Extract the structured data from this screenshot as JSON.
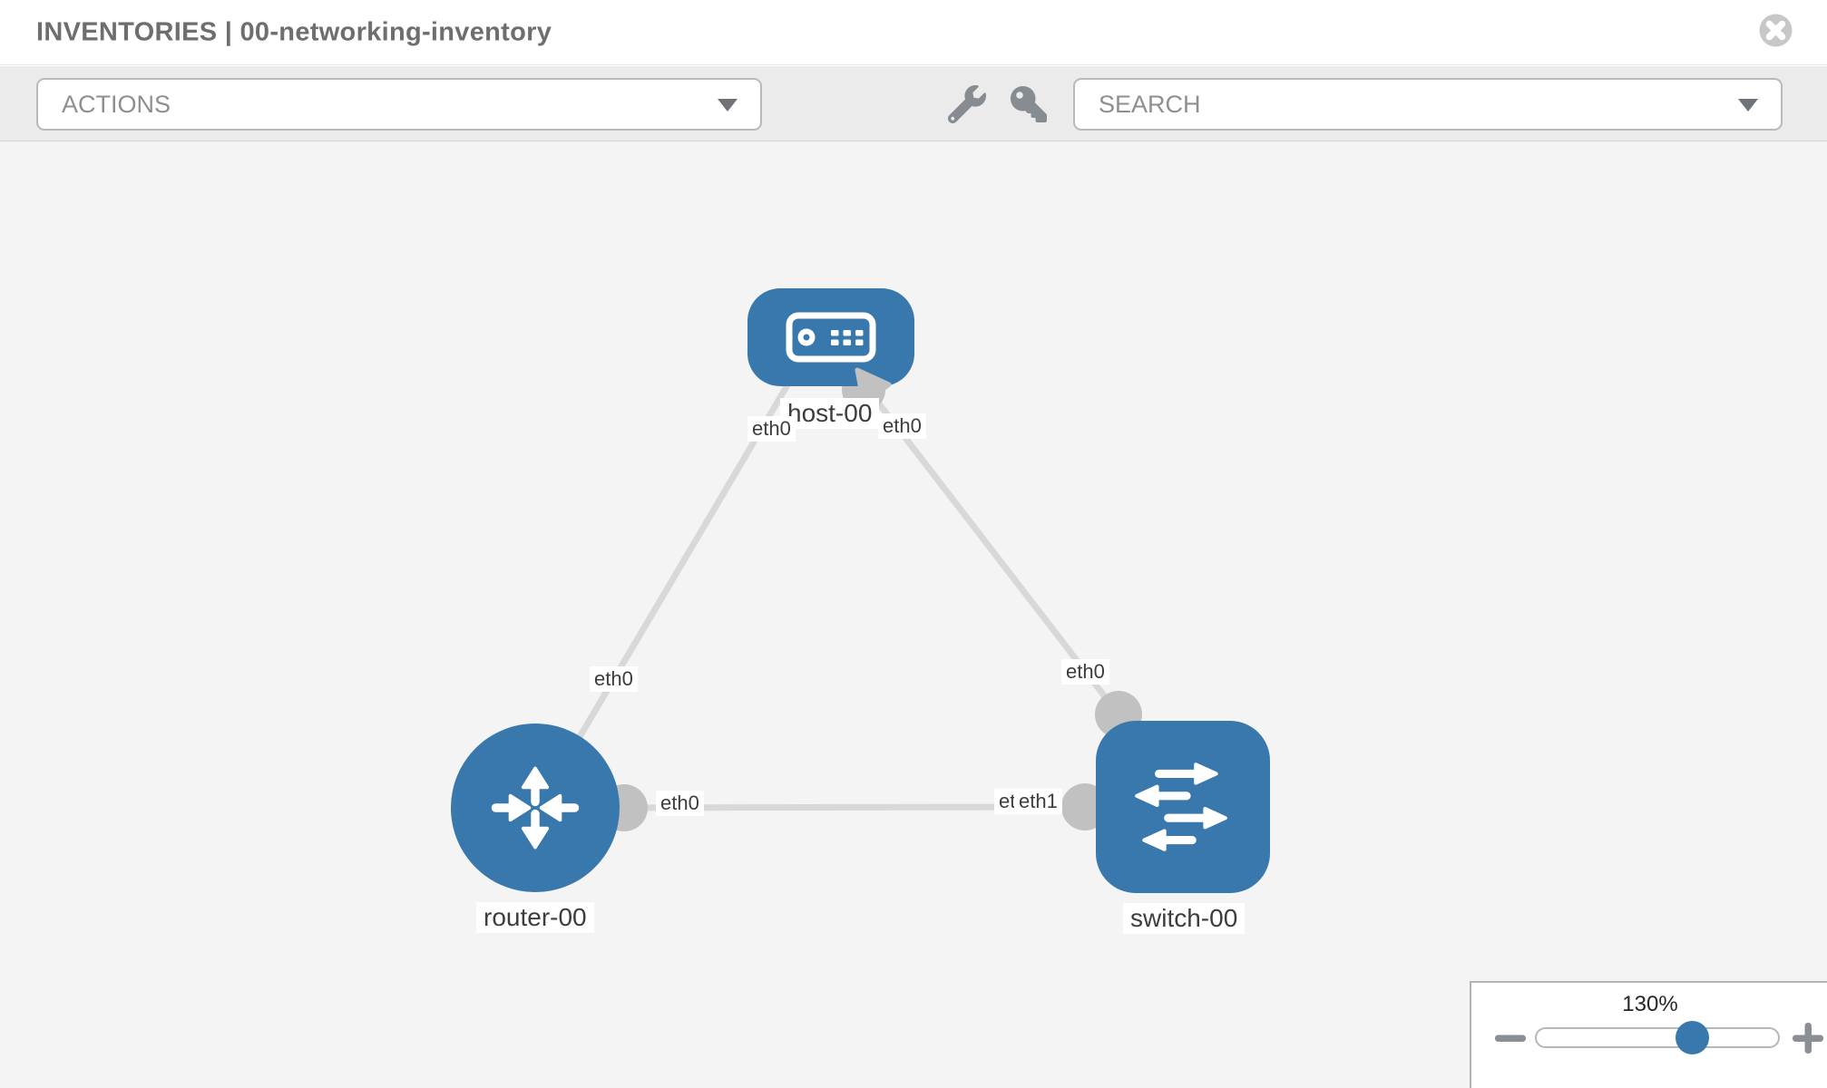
{
  "header": {
    "title": "INVENTORIES | 00-networking-inventory"
  },
  "toolbar": {
    "actions_label": "ACTIONS",
    "search_label": "SEARCH",
    "icons": [
      "wrench-icon",
      "key-icon",
      "chevron-down-icon"
    ]
  },
  "topology": {
    "nodes": [
      {
        "id": "host-00",
        "label": "host-00",
        "type": "host",
        "icon": "host-icon"
      },
      {
        "id": "router-00",
        "label": "router-00",
        "type": "router",
        "icon": "router-icon"
      },
      {
        "id": "switch-00",
        "label": "switch-00",
        "type": "switch",
        "icon": "switch-icon"
      }
    ],
    "links": [
      {
        "from": "host-00",
        "to": "router-00",
        "from_port": "eth0",
        "to_port": "eth0"
      },
      {
        "from": "host-00",
        "to": "switch-00",
        "from_port": "eth0",
        "to_port": "eth0"
      },
      {
        "from": "router-00",
        "to": "switch-00",
        "from_port": "eth0",
        "to_port": "eth1"
      }
    ],
    "port_labels": [
      "eth0",
      "eth0",
      "eth0",
      "eth0",
      "eth0",
      "eth0",
      "eth1"
    ]
  },
  "zoom_control": {
    "level": "130%",
    "percent_along_track": 64
  },
  "colors": {
    "node_blue": "#3878ad",
    "link_gray": "#d8d8d8",
    "connector_gray": "#c2c1c1",
    "toolbar_bg": "#ebebeb",
    "canvas_bg": "#f5f4f4",
    "title_gray": "#6e6e6e"
  }
}
